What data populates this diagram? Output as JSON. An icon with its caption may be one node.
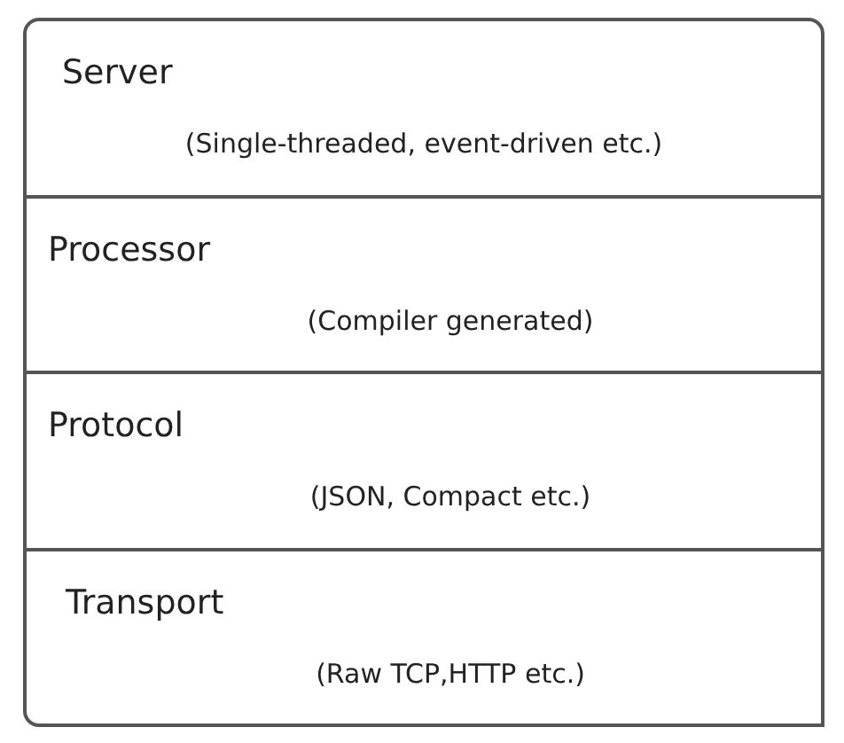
{
  "diagram": {
    "nodes": [
      {
        "text": [
          "Server",
          "(Single-threaded, event-driven etc.)"
        ]
      },
      {
        "text": [
          "Processor",
          "(Compiler generated)"
        ]
      },
      {
        "text": [
          "Protocol",
          "(JSON, Compact etc.)"
        ]
      },
      {
        "text": [
          "Transport",
          "(Raw TCP,HTTP etc.)"
        ]
      }
    ]
  }
}
